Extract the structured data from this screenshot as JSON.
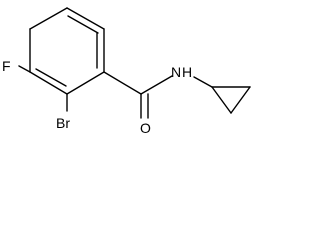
{
  "molecule": {
    "atoms": {
      "fluorine": "F",
      "bromine": "Br",
      "oxygen": "O",
      "amide_nitrogen": "N",
      "amide_hydrogen": "H"
    }
  },
  "colors": {
    "background": "#ffffff",
    "ink": "#000000"
  }
}
